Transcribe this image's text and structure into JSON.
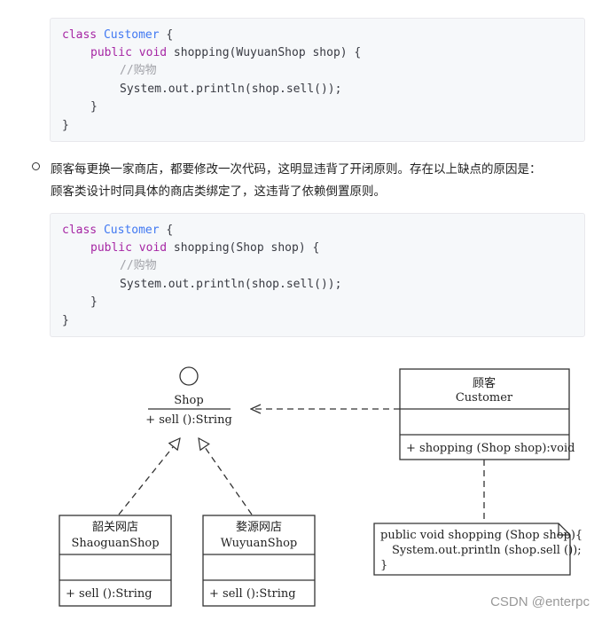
{
  "code1": {
    "l1_kw": "class",
    "l1_cls": "Customer",
    "l1_rest": " {",
    "l2_kw1": "public",
    "l2_kw2": "void",
    "l2_rest": " shopping(WuyuanShop shop) {",
    "l3_comment": "//购物",
    "l4": "System.out.println(shop.sell());",
    "l5": "}",
    "l6": "}"
  },
  "paragraph": {
    "line1": "顾客每更换一家商店，都要修改一次代码，这明显违背了开闭原则。存在以上缺点的原因是：",
    "line2": "顾客类设计时同具体的商店类绑定了，这违背了依赖倒置原则。"
  },
  "code2": {
    "l1_kw": "class",
    "l1_cls": "Customer",
    "l1_rest": " {",
    "l2_kw1": "public",
    "l2_kw2": "void",
    "l2_rest": " shopping(Shop shop) {",
    "l3_comment": "//购物",
    "l4": "System.out.println(shop.sell());",
    "l5": "}",
    "l6": "}"
  },
  "diagram": {
    "shop": {
      "name": "Shop",
      "method": "+ sell ():String"
    },
    "shaoguan": {
      "cn": "韶关网店",
      "en": "ShaoguanShop",
      "method": "+ sell ():String"
    },
    "wuyuan": {
      "cn": "婺源网店",
      "en": "WuyuanShop",
      "method": "+ sell ():String"
    },
    "customer": {
      "cn": "顾客",
      "en": "Customer",
      "method": "+ shopping (Shop shop):void"
    },
    "note": {
      "line1": "public void shopping (Shop shop){",
      "line2": "System.out.println (shop.sell ());",
      "line3": "}"
    }
  },
  "watermark": "CSDN @enterpc"
}
